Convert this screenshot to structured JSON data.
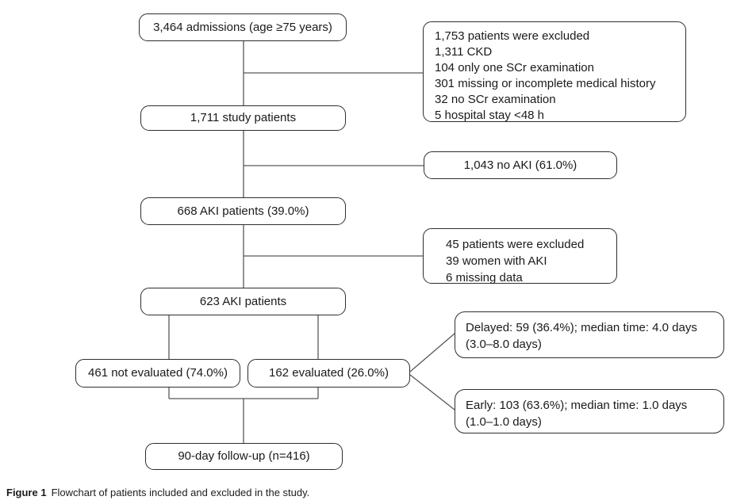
{
  "figure": {
    "caption_prefix": "Figure 1",
    "caption_text": "Flowchart of patients included and excluded in the study."
  },
  "flowchart": {
    "boxes": {
      "admissions": {
        "label": "3,464 admissions (age ≥75 years)"
      },
      "excluded1": {
        "lines": [
          "1,753 patients were excluded",
          "1,311 CKD",
          "104 only one SCr examination",
          "301 missing or incomplete medical history",
          "32 no SCr examination",
          "5 hospital stay <48 h"
        ]
      },
      "study": {
        "label": "1,711 study patients"
      },
      "no_aki": {
        "label": "1,043 no AKI (61.0%)"
      },
      "aki_668": {
        "label": "668 AKI patients (39.0%)"
      },
      "excluded2": {
        "lines": [
          "45 patients were excluded",
          "39 women with AKI",
          "6 missing data"
        ]
      },
      "aki_623": {
        "label": "623 AKI patients"
      },
      "not_evaluated": {
        "label": "461 not evaluated (74.0%)"
      },
      "evaluated": {
        "label": "162 evaluated (26.0%)"
      },
      "delayed": {
        "lines": [
          "Delayed: 59 (36.4%); median time: 4.0 days",
          "(3.0–8.0 days)"
        ]
      },
      "early": {
        "lines": [
          "Early: 103 (63.6%); median time: 1.0 days",
          "(1.0–1.0 days)"
        ]
      },
      "followup": {
        "label": "90-day follow-up (n=416)"
      }
    },
    "colors": {
      "background": "#ffffff",
      "box_border": "#2e2e2e",
      "connector": "#595959",
      "text": "#1a1a1a"
    }
  }
}
